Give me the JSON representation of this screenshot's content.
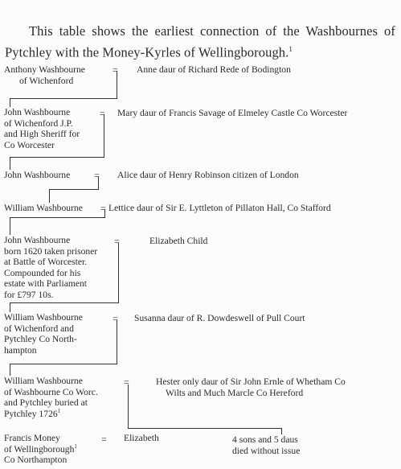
{
  "intro": {
    "text": "This table shows the earliest connection of the Washbournes of Pytchley with the Money-Kyrles of Wellingborough.",
    "footnote_mark": "1"
  },
  "equals_sign": "=",
  "generations": [
    {
      "husband": [
        "Anthony Washbourne",
        "of Wichenford"
      ],
      "wife": [
        "Anne daur of Richard Rede of Bodington"
      ]
    },
    {
      "husband": [
        "John Washbourne",
        "of Wichenford J.P.",
        "and High Sheriff for",
        "Co Worcester"
      ],
      "wife": [
        "Mary daur of Francis Savage of Elmeley Castle Co Worcester"
      ]
    },
    {
      "husband": [
        "John Washbourne"
      ],
      "wife": [
        "Alice daur of Henry Robinson citizen of London"
      ]
    },
    {
      "husband": [
        "William Washbourne"
      ],
      "wife": [
        "Lettice daur of Sir E. Lyttleton of Pillaton Hall, Co Stafford"
      ]
    },
    {
      "husband": [
        "John Washbourne",
        "born 1620 taken prisoner",
        "at Battle of Worcester.",
        "Compounded for his",
        "estate with Parliament",
        "for £797 10s."
      ],
      "wife": [
        "Elizabeth Child"
      ]
    },
    {
      "husband": [
        "William Washbourne",
        "of Wichenford and",
        "Pytchley Co North-",
        "hampton"
      ],
      "wife": [
        "Susanna daur of R. Dowdeswell of Pull Court"
      ]
    },
    {
      "husband": [
        "William Washbourne",
        "of Washbourne Co Worc.",
        "and Pytchley buried at",
        "Pytchley 1726"
      ],
      "husband_footnote": "1",
      "wife": [
        "Hester only daur of Sir John Ernle of Whetham Co",
        "Wilts and Much Marcle Co Hereford"
      ]
    }
  ],
  "last_row": {
    "spouse": [
      "Francis Money",
      "of Wellingborough",
      "Co Northampton"
    ],
    "spouse_footnote": "1",
    "daughter": "Elizabeth",
    "siblings": [
      "4 sons and 5 daus",
      "died without issue"
    ]
  }
}
